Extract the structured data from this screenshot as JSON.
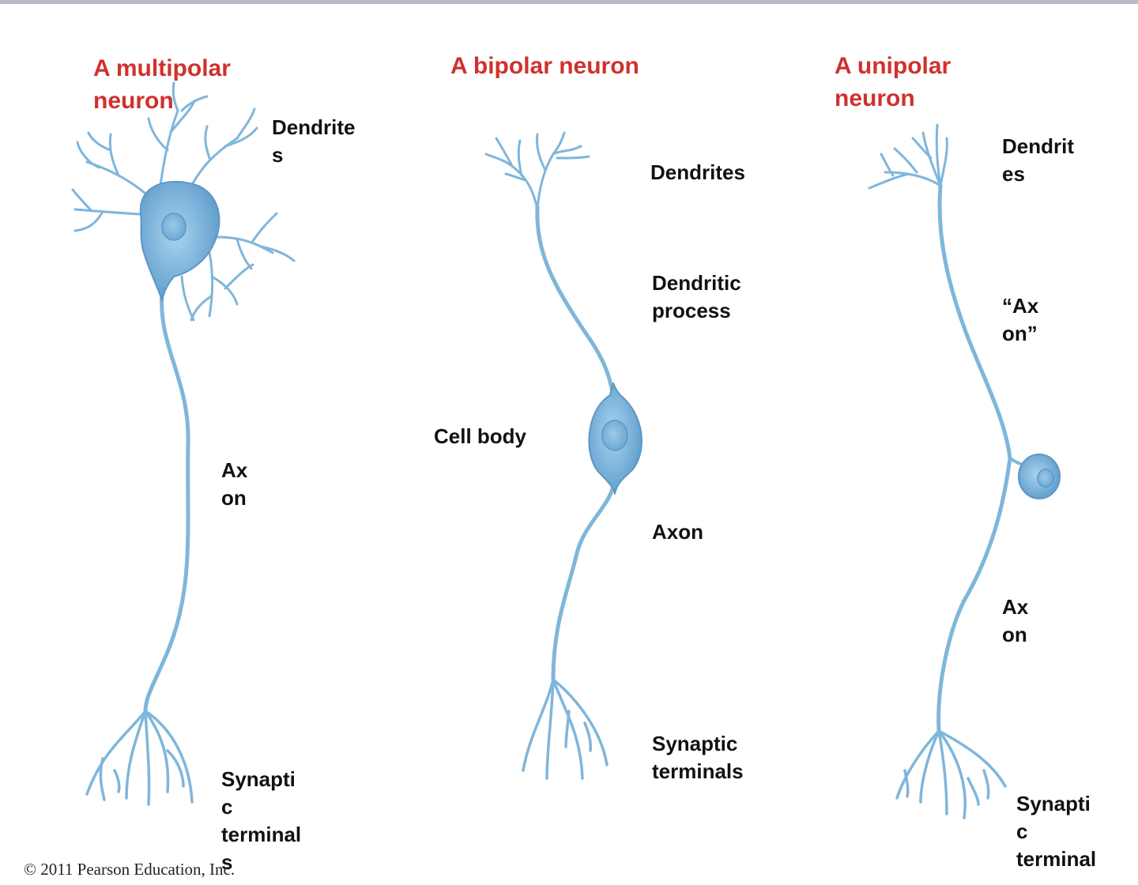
{
  "colors": {
    "neuron": "#7fb6db",
    "neuron_dark": "#5d97c4",
    "title": "#d0312d"
  },
  "multipolar": {
    "title": [
      "A multipolar",
      "neuron"
    ],
    "dendrites": [
      "Dendrite",
      "s"
    ],
    "axon": [
      "Ax",
      "on"
    ],
    "terminals": [
      "Synapti",
      "c",
      "terminal",
      "s"
    ]
  },
  "bipolar": {
    "title": [
      "A bipolar neuron"
    ],
    "dendrites": [
      "Dendrites"
    ],
    "dendritic_process": [
      "Dendritic",
      "process"
    ],
    "cell_body": [
      "Cell body"
    ],
    "axon": [
      "Axon"
    ],
    "terminals": [
      "Synaptic",
      "terminals"
    ]
  },
  "unipolar": {
    "title": [
      "A unipolar",
      "neuron"
    ],
    "dendrites": [
      "Dendrit",
      "es"
    ],
    "axon_quoted": [
      "“Ax",
      "on”"
    ],
    "axon": [
      "Ax",
      "on"
    ],
    "terminals": [
      "Synapti",
      "c",
      "terminal"
    ]
  },
  "copyright": "© 2011 Pearson Education, Inc."
}
